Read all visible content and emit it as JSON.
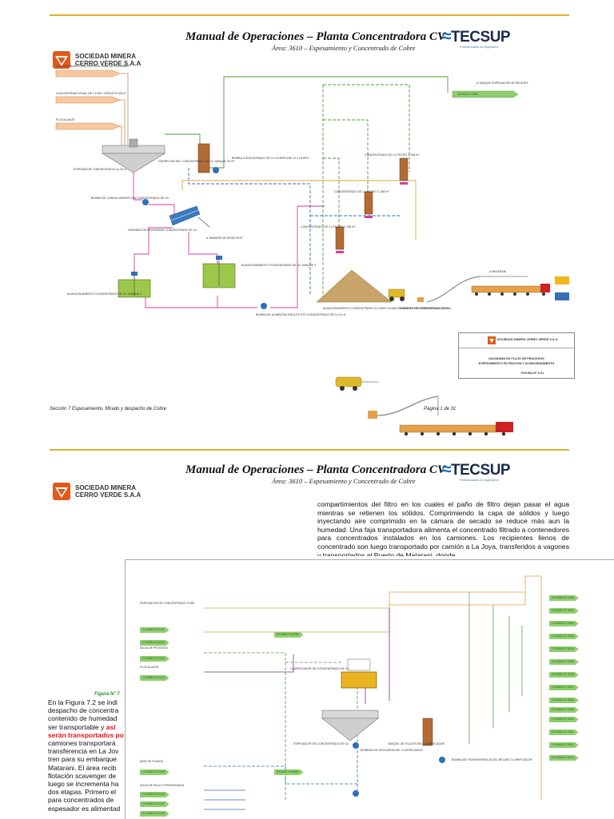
{
  "header": {
    "title": "Manual de Operaciones – Planta Concentradora CV",
    "subtitle": "Área: 3610 – Espesamiento y Concentrado de Cobre",
    "brand": "TECSUP",
    "brand_tagline": "Profesionales en Ingeniería",
    "company_line1": "SOCIEDAD MINERA",
    "company_line2": "CERRO VERDE S.A.A"
  },
  "page1": {
    "labels": {
      "in_cu_limpieza": "CONCENTRADO CuMi LIMPIEZA FINAL DE COLUMNA",
      "in_cu_moly": "CONCENTRADO FINAL DE Cu DEL CIRCUITO MOLY",
      "floculante": "FLOCULANTE",
      "espesador": "ESPESADOR CONCENTRADO Cu  33 m",
      "overflow": "OVERFLOW DEL CONCENTRADO DE Cu TANQUE 33 m³",
      "bomba_overflow": "BOMBA CONCENTRADO DE Cu OVERFLOW 12 x 10 APD",
      "bomba_carga": "BOMBA DE CARGA UNDERFLOW CONCENTRADO DE Cu",
      "zaranda": "ZARANDA DE SEGURIDAD CONCENTRADO DE Cu",
      "tambor": "A TAMBOR DE DESECHOS",
      "tanque1": "ALMACENAMIENTO CONCENTRADO DE Cu TANQUE 1",
      "tanque2": "ALMACENAMIENTO CONCENTRADO DE Cu TANQUE 2",
      "bomba_alim": "BOMBA DE ALIMENTACION A FILTRO CONCENTRADO DE Cu 8 x 6",
      "filtro3": "CONCENTRADO DE Cu FILTRO 3 158 m²",
      "filtro2": "CONCENTRADO DE Cu FILTRO 2 158 m²",
      "filtro1": "CONCENTRADO DE Cu FILTRO 1 158 m²",
      "almacen": "ALMACENAMIENTO CONCENTRADO Cu 3,600 t ALMACENAMIENTO DE EMERGENCIA 26,000 t",
      "carguio": "CARGUIO DE CONCENTRADO DE Cu",
      "a_tanque_relaves": "A TANQUE ESPESADOR DE RELAVES",
      "a_matarani": "A MATARANI"
    },
    "tags": {
      "t1": "CS-0000-OT-0000"
    },
    "title_block": {
      "company": "SOCIEDAD MINERA CERRO VERDE S.A.A.",
      "line1": "DIAGRAMA DE FLUJO DE PROCESOS",
      "line2": "ESPESAMIENTO FILTRACION Y ALMACENAMIENTO",
      "figure": "FIGURA N° 6.01"
    },
    "footer_left": "Sección 7 Espesamiento, filtrado y despacho de Cobre",
    "footer_right": "Página 1 de 31"
  },
  "page2": {
    "paragraph": "compartimientos del filtro en los cuales el paño de filtro dejan pasar el agua mientras se retienen los sólidos. Comprimiendo la capa de sólidos y luego inyectando aire comprimido en la cámara de secado se reduce más aun la humedad. Una faja  transportadora alimenta el concentrado filtrado a contenedores para concentrados   instalados   en los camiones.  Los recipientes llenos de concentrado son luego  transportado por camión a La Joya, transferidos a vagones  y transportados  al Puerto de Matarani, donde",
    "fig_caption": "Figura N° 7",
    "left_lines": [
      "En la Figura 7.2 se indi",
      "despacho de concentra",
      "contenido de humedad",
      "ser transportable y ",
      "serán transportados po",
      "camiones transportará",
      "transferencia en La Jov",
      "tren para su embarque",
      "Matarani. El área recib",
      "flotación scavenger de",
      "luego se incrementa ha",
      "dos etapas. Primero el",
      "para concentrados de",
      "espesador es alimentad"
    ],
    "red_fragment_1": "así",
    "labels": {
      "relave_espesador": "ESPESADOR DE CONCENTRADO CUSE",
      "agua_proceso": "AGUA DE PROCESO",
      "floculante2": "FLOCULANTE",
      "aire_planta": "AIRE DE PLANTA",
      "agua_sello": "AGUA DE SELLO PRESURIZADA",
      "clarificador": "CLARIFICADOR DE CONCENTRADO DE Cu",
      "espesador2": "ESPESADOR DE CONCENTRADO DE Cu",
      "bomba_under": "BOMBAS DE DESCARGA DEL CLARIFICADOR",
      "tanque_under": "TANQUE DE FLUJOS DEL CLARIFICADOR",
      "bomba_transf": "BOMBA DE TRANSFERENCIA DEL RELAVE CLARIFICADOR"
    },
    "right_tags": [
      "CS-0000-OT-0000",
      "CS-0000-OT-0001",
      "CS-0000-OT-0002",
      "CS-0000-OT-0003",
      "CS-0000-OT-0004",
      "CS-0000-OT-0005",
      "CS-0000-OT-0006",
      "CS-0000-OT-0007",
      "CS-0000-OT-0008",
      "CS-0000-OT-0009",
      "CS-0000-OT-0010",
      "CS-0000-OT-0011",
      "CS-0000-OT-0012",
      "CS-0000-OT-0013"
    ],
    "left_tags": [
      "CS-0000-OT-0101",
      "CS-0000-OT-0102",
      "CS-0000-OT-0103",
      "CS-0000-OT-0104",
      "CS-0000-OT-0105",
      "CS-0000-OT-0106",
      "CS-0000-OT-0107",
      "CS-0000-OT-0108"
    ],
    "mini_tags": [
      "ESTADO PLANTA",
      "ESTADO PLANTA"
    ]
  },
  "colors": {
    "rule": "#e3b02b",
    "side_yellow": "#f2b51b",
    "side_blue": "#3a6fb7",
    "tag_green": "#8fcf6e",
    "accent_red": "#dd1111"
  }
}
